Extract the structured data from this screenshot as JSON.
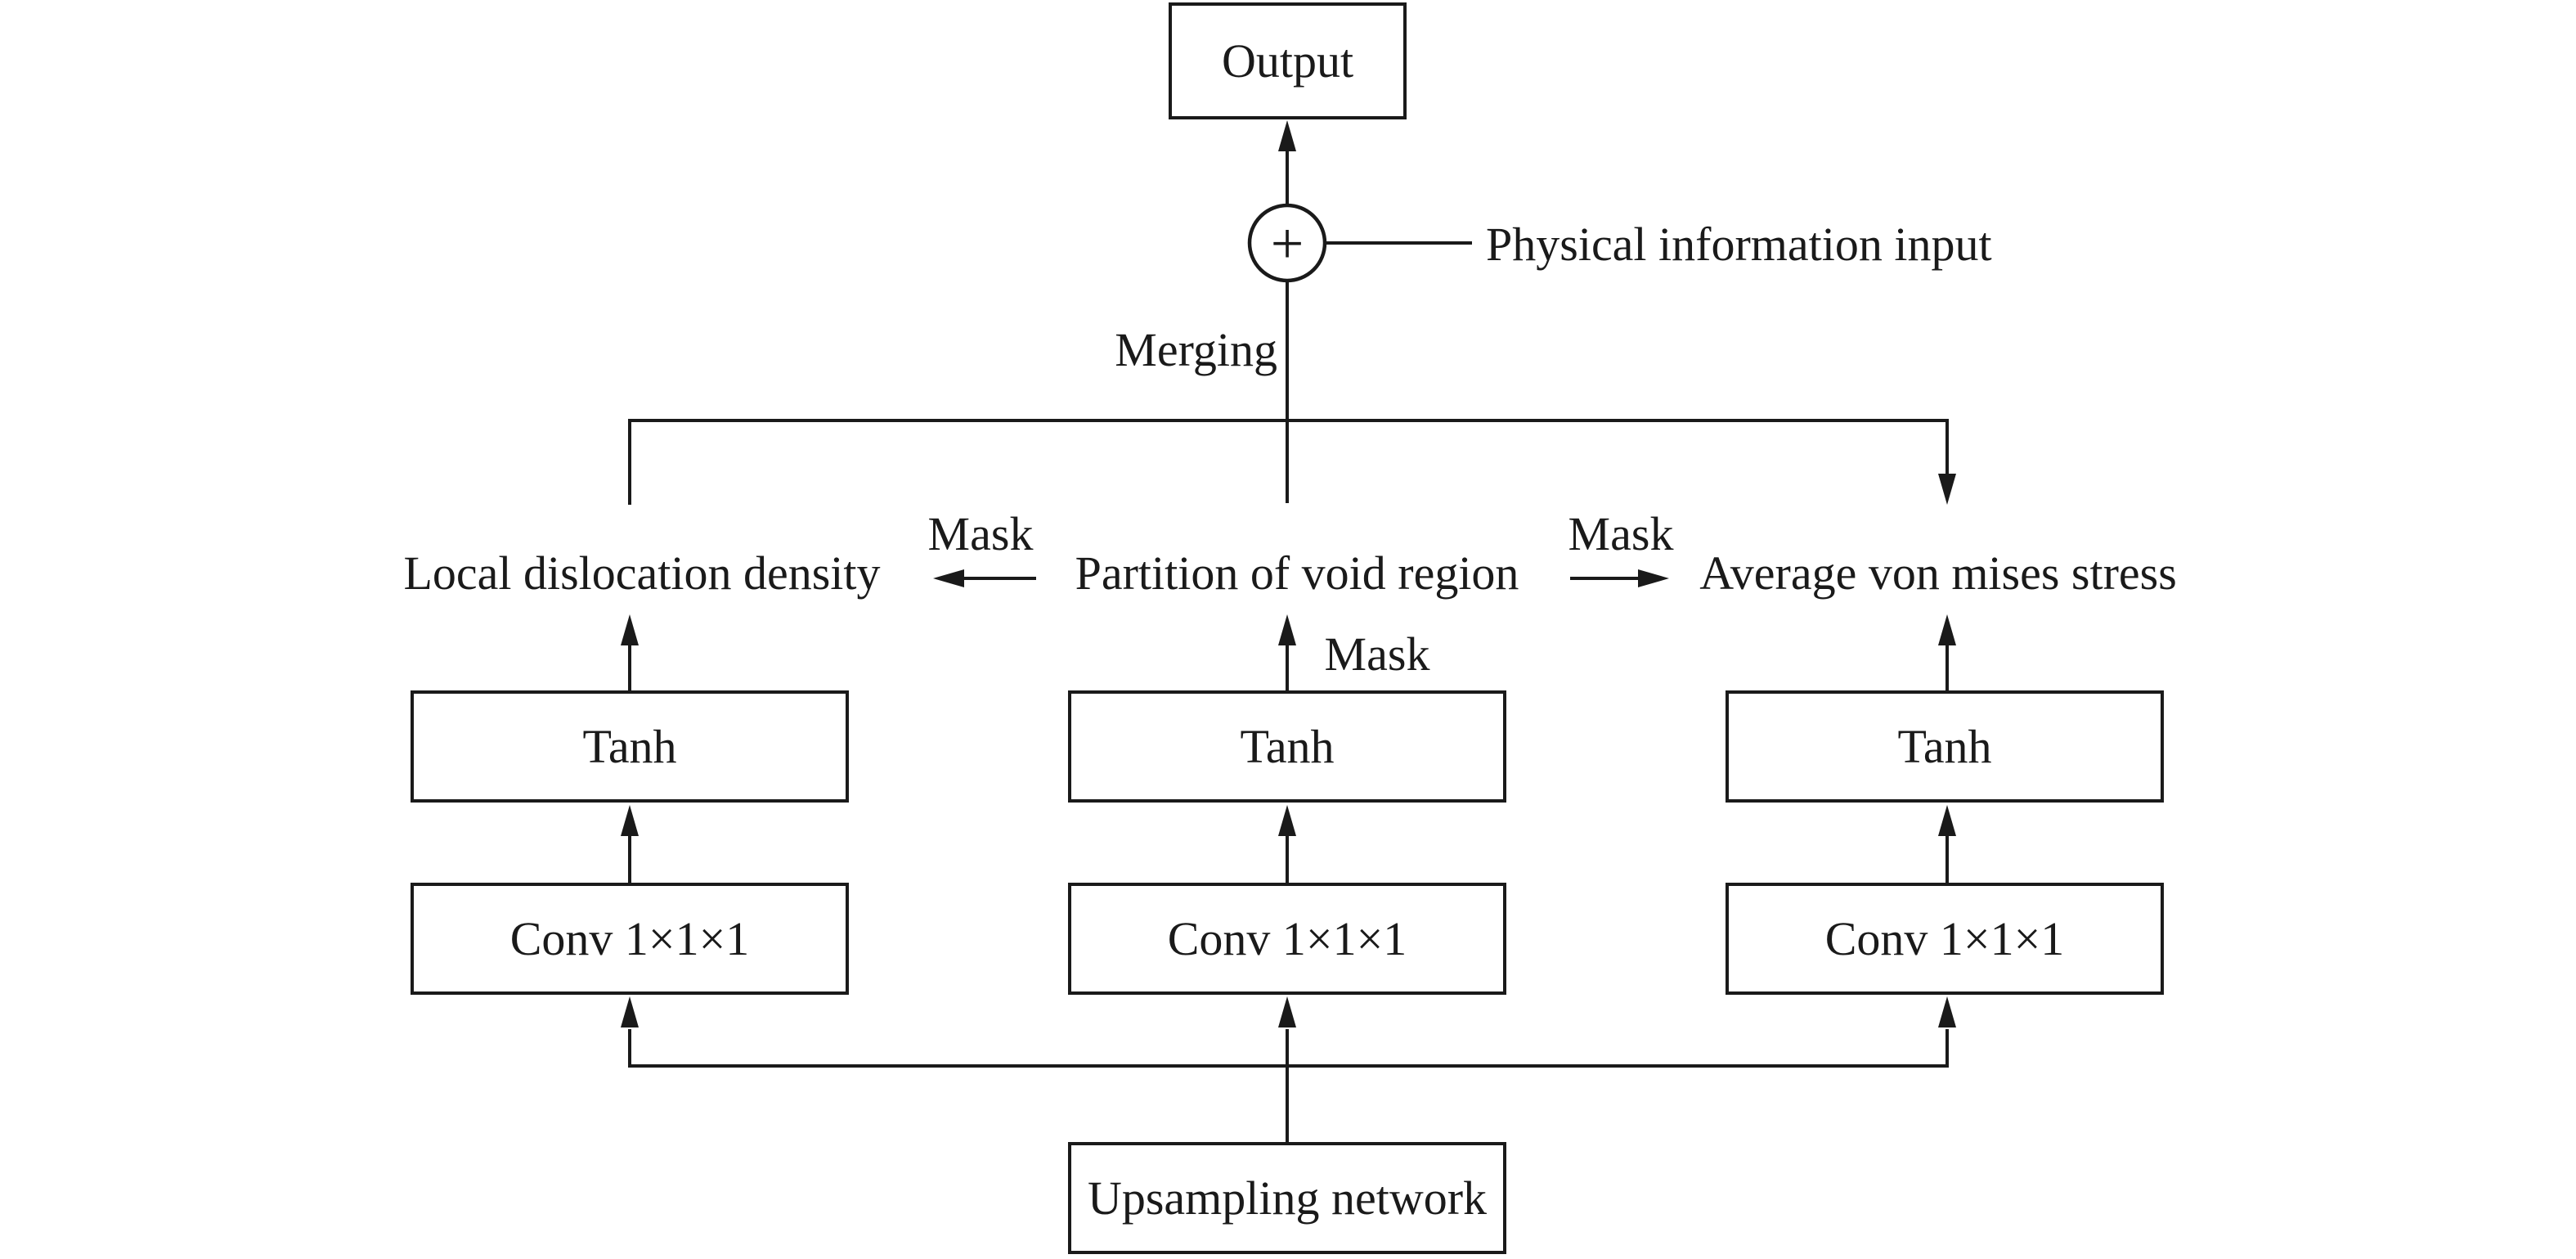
{
  "diagram": {
    "output_label": "Output",
    "plus_symbol": "+",
    "physical_input_label": "Physical information input",
    "merging_label": "Merging",
    "masks": {
      "left": "Mask",
      "middle": "Mask",
      "right": "Mask"
    },
    "columns": [
      {
        "branch_label": "Local dislocation density",
        "tanh_label": "Tanh",
        "conv_label": "Conv 1×1×1"
      },
      {
        "branch_label": "Partition of void region",
        "tanh_label": "Tanh",
        "conv_label": "Conv 1×1×1"
      },
      {
        "branch_label": "Average von mises stress",
        "tanh_label": "Tanh",
        "conv_label": "Conv 1×1×1"
      }
    ],
    "upsampling_label": "Upsampling network",
    "colors": {
      "ink": "#1a1a1a",
      "background": "#ffffff"
    }
  }
}
